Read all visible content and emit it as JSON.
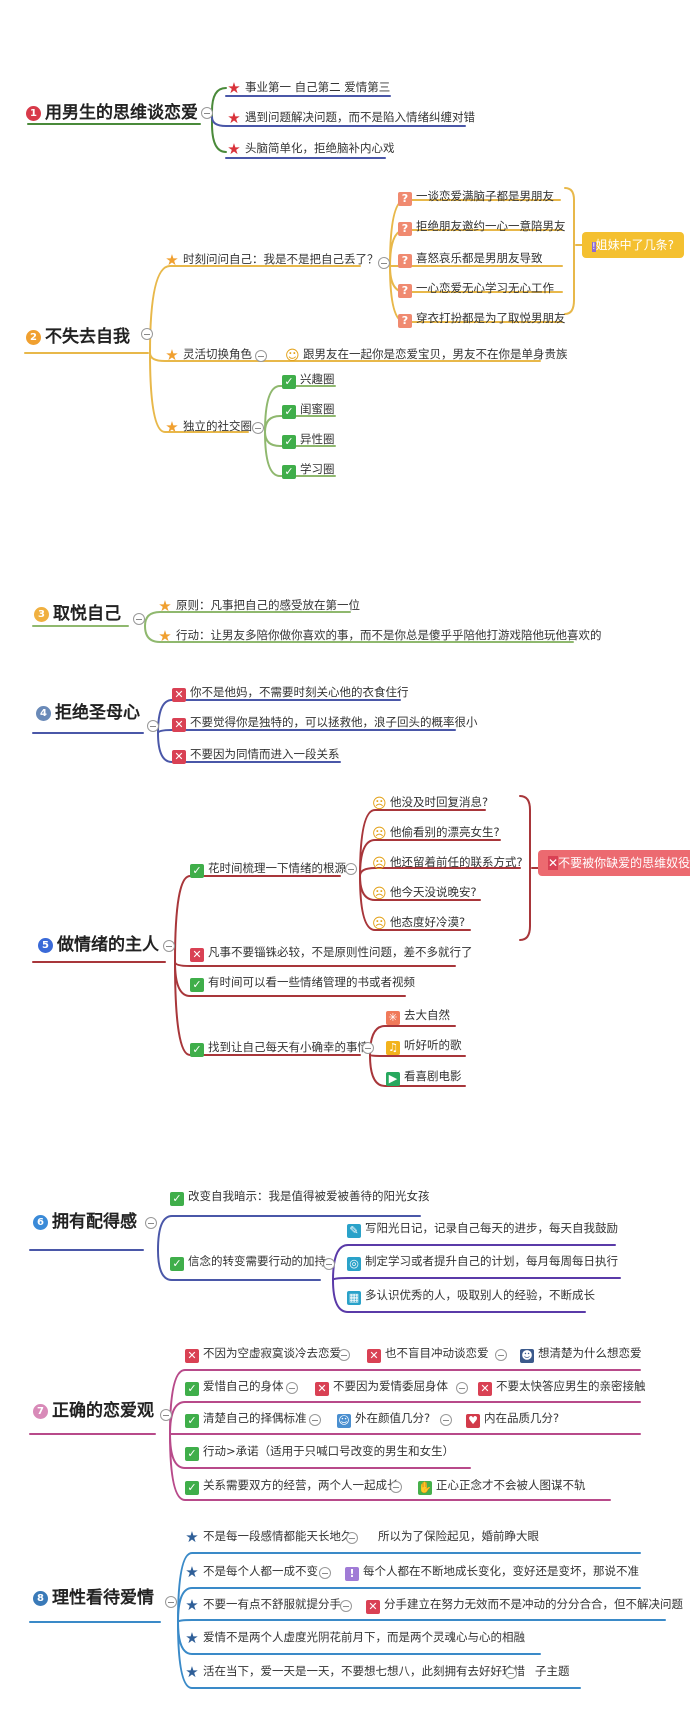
{
  "colors": {
    "s1": "#4a8a3a",
    "s2": "#e8b84a",
    "s3": "#8fb86e",
    "s4": "#4a57a8",
    "s5": "#a8363a",
    "s6": "#4a57a8",
    "s7": "#b84a8a",
    "s8": "#3a8ac8",
    "num1": "#d83a4a",
    "num2": "#f0a030",
    "num3": "#f0b040",
    "num4": "#6a8ab8",
    "num5": "#3a6ad8",
    "num6": "#3a8ad8",
    "num7": "#d88ab8",
    "num8": "#3a7ab8",
    "tag_yellow": "#f4c030",
    "tag_red": "#ec6a70"
  },
  "sections": {
    "s1": {
      "num": "1",
      "title": "用男生的思维谈恋爱",
      "items": [
        "事业第一 自己第二 爱情第三",
        "遇到问题解决问题，而不是陷入情绪纠缠对错",
        "头脑简单化，拒绝脑补内心戏"
      ]
    },
    "s2": {
      "num": "2",
      "title": "不失去自我",
      "b1": "时刻问问自己：我是不是把自己丢了？",
      "b1_items": [
        "一谈恋爱满脑子都是男朋友",
        "拒绝朋友邀约一心一意陪男友",
        "喜怒哀乐都是男朋友导致",
        "一心恋爱无心学习无心工作",
        "穿衣打扮都是为了取悦男朋友"
      ],
      "b1_tag": "姐妹中了几条?",
      "b2": "灵活切换角色",
      "b2_child": "跟男友在一起你是恋爱宝贝，男友不在你是单身贵族",
      "b3": "独立的社交圈",
      "b3_items": [
        "兴趣圈",
        "闺蜜圈",
        "异性圈",
        "学习圈"
      ]
    },
    "s3": {
      "num": "3",
      "title": "取悦自己",
      "items": [
        "原则：凡事把自己的感受放在第一位",
        "行动：让男友多陪你做你喜欢的事，而不是你总是傻乎乎陪他打游戏陪他玩他喜欢的"
      ]
    },
    "s4": {
      "num": "4",
      "title": "拒绝圣母心",
      "items": [
        "你不是他妈，不需要时刻关心他的衣食住行",
        "不要觉得你是独特的，可以拯救他，浪子回头的概率很小",
        "不要因为同情而进入一段关系"
      ]
    },
    "s5": {
      "num": "5",
      "title": "做情绪的主人",
      "b1": "花时间梳理一下情绪的根源",
      "b1_items": [
        "他没及时回复消息?",
        "他偷看别的漂亮女生?",
        "他还留着前任的联系方式?",
        "他今天没说晚安?",
        "他态度好冷漠?"
      ],
      "b1_tag": "不要被你缺爱的思维奴役",
      "b2": "凡事不要锱铢必较，不是原则性问题，差不多就行了",
      "b3": "有时间可以看一些情绪管理的书或者视频",
      "b4": "找到让自己每天有小确幸的事情",
      "b4_items": [
        "去大自然",
        "听好听的歌",
        "看喜剧电影"
      ]
    },
    "s6": {
      "num": "6",
      "title": "拥有配得感",
      "b1": "改变自我暗示：我是值得被爱被善待的阳光女孩",
      "b2": "信念的转变需要行动的加持",
      "b2_items": [
        "写阳光日记，记录自己每天的进步，每天自我鼓励",
        "制定学习或者提升自己的计划，每月每周每日执行",
        "多认识优秀的人，吸取别人的经验，不断成长"
      ]
    },
    "s7": {
      "num": "7",
      "title": "正确的恋爱观",
      "r1": [
        "不因为空虚寂寞谈冷去恋爱",
        "也不盲目冲动谈恋爱",
        "想清楚为什么想恋爱"
      ],
      "r2": [
        "爱惜自己的身体",
        "不要因为爱情委屈身体",
        "不要太快答应男生的亲密接触"
      ],
      "r3": [
        "清楚自己的择偶标准",
        "外在颜值几分?",
        "内在品质几分?"
      ],
      "r4": [
        "行动>承诺（适用于只喊口号改变的男生和女生）"
      ],
      "r5": [
        "关系需要双方的经营，两个人一起成长",
        "正心正念才不会被人图谋不轨"
      ]
    },
    "s8": {
      "num": "8",
      "title": "理性看待爱情",
      "r1": [
        "不是每一段感情都能天长地久",
        "所以为了保险起见，婚前睁大眼"
      ],
      "r2": [
        "不是每个人都一成不变",
        "每个人都在不断地成长变化，变好还是变坏，那说不准"
      ],
      "r3": [
        "不要一有点不舒服就提分手",
        "分手建立在努力无效而不是冲动的分分合合，但不解决问题"
      ],
      "r4": [
        "爱情不是两个人虚度光阴花前月下，而是两个灵魂心与心的相融"
      ],
      "r5": [
        "活在当下，爱一天是一天，不要想七想八，此刻拥有去好好珍惜",
        "子主题"
      ]
    }
  }
}
